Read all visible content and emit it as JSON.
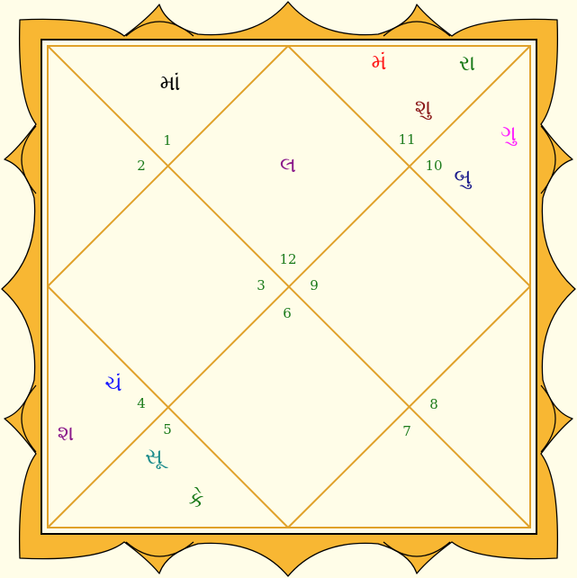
{
  "chart": {
    "colors": {
      "background": "#fffde8",
      "border_fill": "#f8b733",
      "border_stroke": "#000000",
      "lines": "#e0a12a",
      "house_number": "#1a7a1a"
    },
    "houses": [
      {
        "number": "1"
      },
      {
        "number": "2"
      },
      {
        "number": "3"
      },
      {
        "number": "4"
      },
      {
        "number": "5"
      },
      {
        "number": "6"
      },
      {
        "number": "7"
      },
      {
        "number": "8"
      },
      {
        "number": "9"
      },
      {
        "number": "10"
      },
      {
        "number": "11"
      },
      {
        "number": "12"
      }
    ],
    "planets": [
      {
        "label": "માં",
        "color": "#000000"
      },
      {
        "label": "મં",
        "color": "#ff1a1a"
      },
      {
        "label": "રા",
        "color": "#1a7a1a"
      },
      {
        "label": "શુ",
        "color": "#8b1a1a"
      },
      {
        "label": "ગુ",
        "color": "#ff22ff"
      },
      {
        "label": "બુ",
        "color": "#1a1a8b"
      },
      {
        "label": "લ",
        "color": "#8b1a8b"
      },
      {
        "label": "ચં",
        "color": "#1a1aff"
      },
      {
        "label": "શ",
        "color": "#8b1a8b"
      },
      {
        "label": "સૂ",
        "color": "#1a8b8b"
      },
      {
        "label": "કે",
        "color": "#1a7a1a"
      }
    ]
  }
}
